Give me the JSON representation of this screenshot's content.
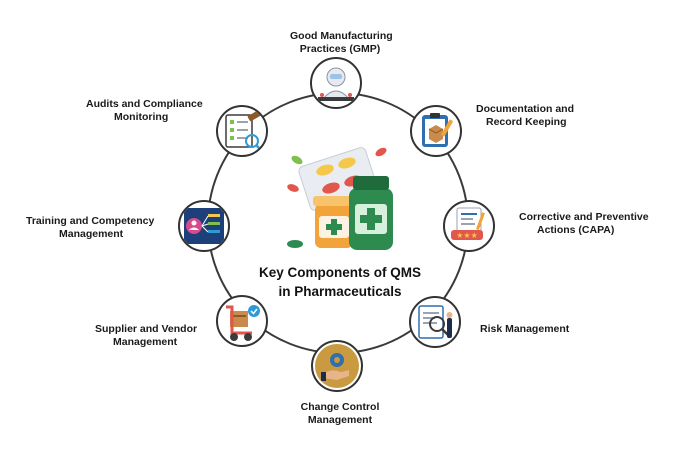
{
  "center": {
    "title_line1": "Key Components of QMS",
    "title_line2": "in Pharmaceuticals"
  },
  "components": [
    {
      "id": "gmp",
      "line1": "Good Manufacturing",
      "line2": "Practices (GMP)",
      "icon": "cleanroom-worker-icon"
    },
    {
      "id": "documentation",
      "line1": "Documentation and",
      "line2": "Record Keeping",
      "icon": "clipboard-box-icon"
    },
    {
      "id": "capa",
      "line1": "Corrective and Preventive",
      "line2": "Actions (CAPA)",
      "icon": "rating-document-icon"
    },
    {
      "id": "risk",
      "line1": "Risk Management",
      "line2": "",
      "icon": "risk-analysis-icon"
    },
    {
      "id": "change",
      "line1": "Change Control",
      "line2": "Management",
      "icon": "hand-gear-icon"
    },
    {
      "id": "supplier",
      "line1": "Supplier and Vendor",
      "line2": "Management",
      "icon": "hand-truck-icon"
    },
    {
      "id": "training",
      "line1": "Training and Competency",
      "line2": "Management",
      "icon": "person-gear-icon"
    },
    {
      "id": "audits",
      "line1": "Audits and Compliance",
      "line2": "Monitoring",
      "icon": "checklist-gavel-icon"
    }
  ],
  "colors": {
    "ring": "#3a3a3a",
    "text": "#1a1a1a",
    "bottle_green": "#2e8b4f",
    "bottle_orange": "#f2a33a",
    "pill_red": "#e2574c",
    "pill_yellow": "#f5c84b"
  }
}
